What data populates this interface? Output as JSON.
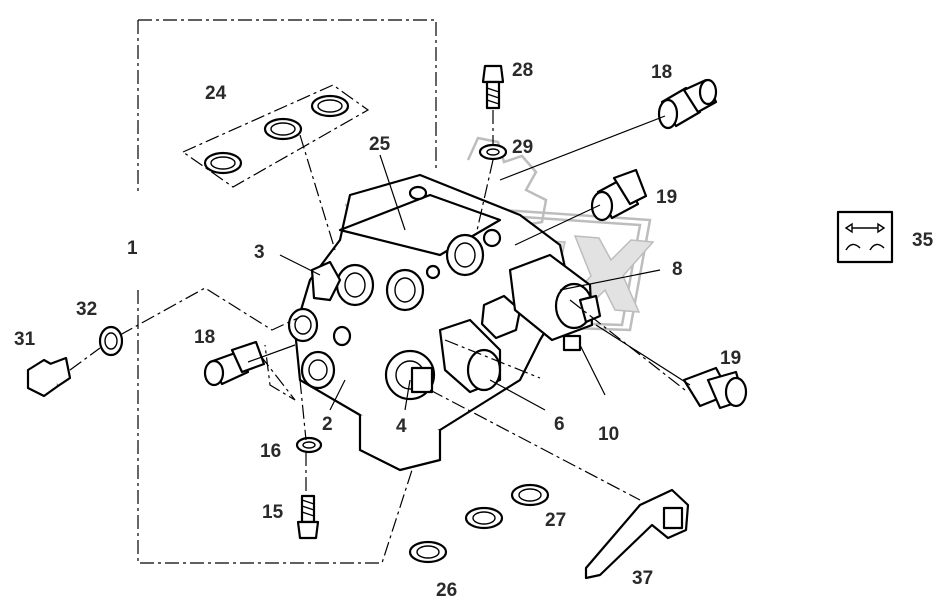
{
  "diagram": {
    "callouts": [
      {
        "id": "1",
        "text": "1"
      },
      {
        "id": "2",
        "text": "2"
      },
      {
        "id": "3",
        "text": "3"
      },
      {
        "id": "4",
        "text": "4"
      },
      {
        "id": "6",
        "text": "6"
      },
      {
        "id": "8",
        "text": "8"
      },
      {
        "id": "10",
        "text": "10"
      },
      {
        "id": "15",
        "text": "15"
      },
      {
        "id": "16",
        "text": "16"
      },
      {
        "id": "18a",
        "text": "18"
      },
      {
        "id": "18b",
        "text": "18"
      },
      {
        "id": "19a",
        "text": "19"
      },
      {
        "id": "19b",
        "text": "19"
      },
      {
        "id": "24",
        "text": "24"
      },
      {
        "id": "25",
        "text": "25"
      },
      {
        "id": "26",
        "text": "26"
      },
      {
        "id": "27",
        "text": "27"
      },
      {
        "id": "28",
        "text": "28"
      },
      {
        "id": "29",
        "text": "29"
      },
      {
        "id": "31",
        "text": "31"
      },
      {
        "id": "32",
        "text": "32"
      },
      {
        "id": "35",
        "text": "35"
      },
      {
        "id": "37",
        "text": "37"
      }
    ],
    "icons": {
      "speed_symbol": "hare-tortoise-speed-icon",
      "watermark": "gear-watermark-icon"
    },
    "colors": {
      "line": "#000000",
      "label": "#2a2a2a",
      "watermark": "#bdbdbd",
      "background": "#ffffff"
    }
  }
}
